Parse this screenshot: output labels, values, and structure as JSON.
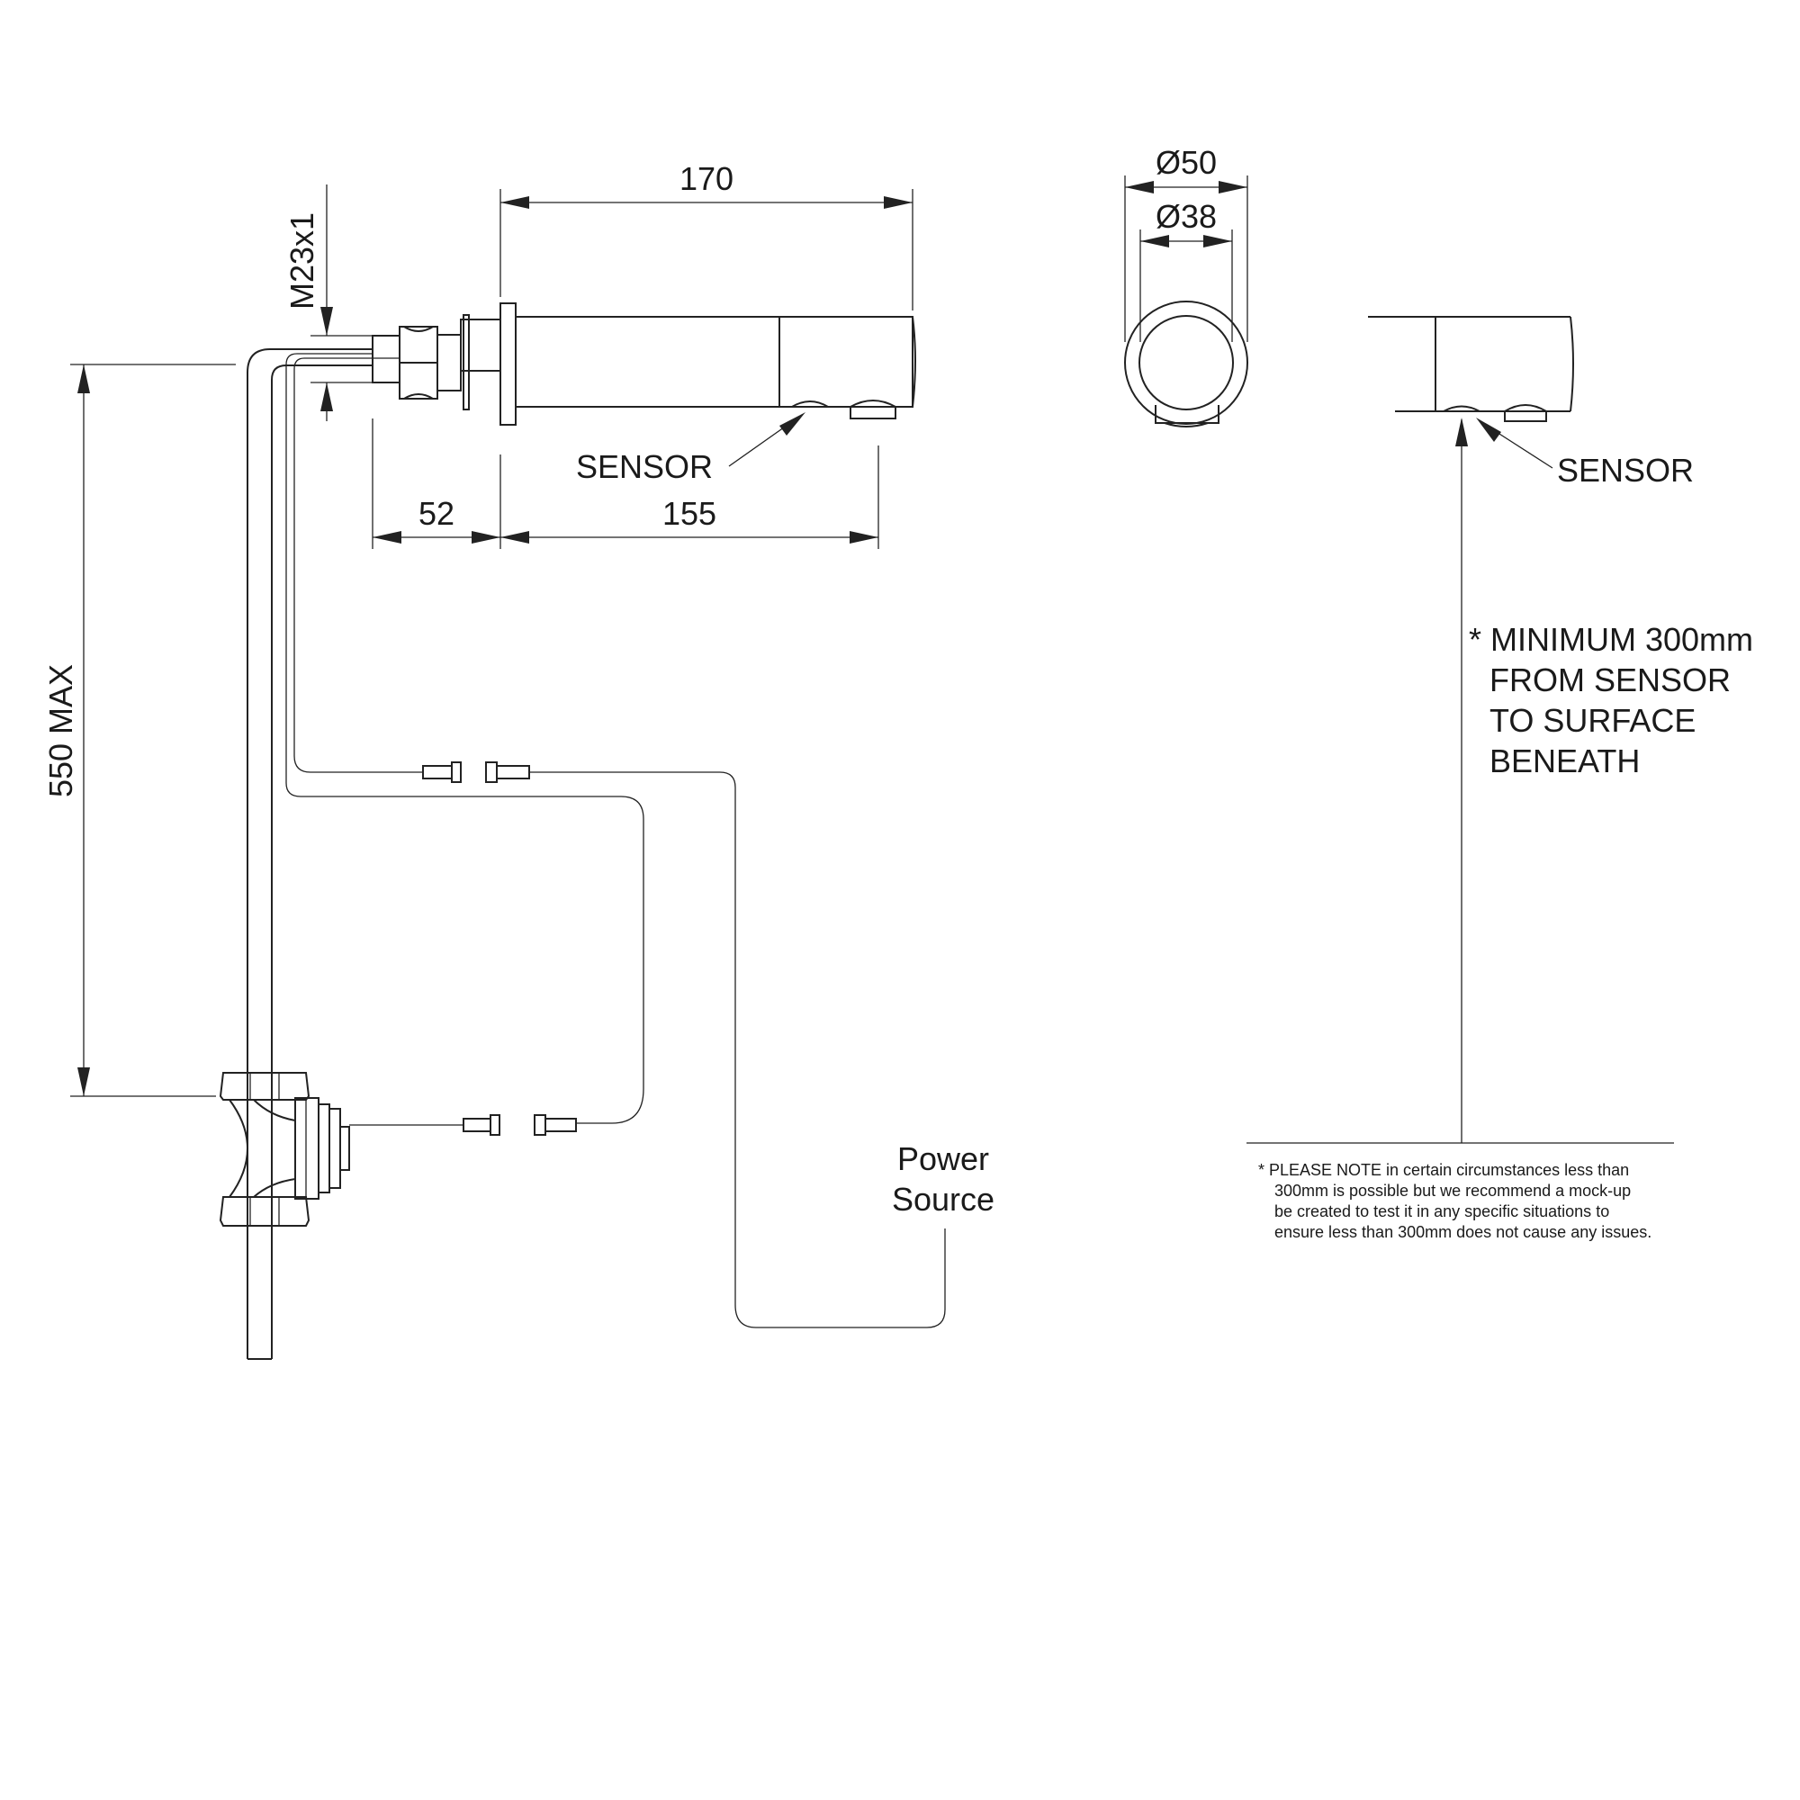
{
  "dimensions": {
    "overall_length": "170",
    "thread": "M23x1",
    "wall_depth": "52",
    "spout_projection": "155",
    "pipe_length": "550 MAX",
    "outer_diameter": "Ø50",
    "inner_diameter": "Ø38"
  },
  "labels": {
    "sensor_side": "SENSOR",
    "sensor_right": "SENSOR",
    "power_line1": "Power",
    "power_line2": "Source"
  },
  "clearance_note": {
    "line1": "* MINIMUM 300mm",
    "line2": "FROM SENSOR",
    "line3": "TO SURFACE",
    "line4": "BENEATH"
  },
  "footnote": {
    "line1": "* PLEASE NOTE in certain circumstances less than",
    "line2": "300mm is possible but we recommend a mock-up",
    "line3": "be created to test it in any specific situations to",
    "line4": "ensure less than 300mm does not cause any issues."
  }
}
